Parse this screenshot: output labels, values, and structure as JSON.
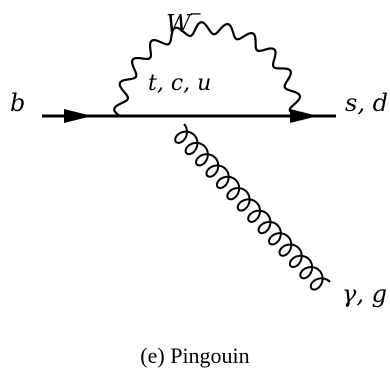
{
  "diagram": {
    "labels": {
      "incoming_quark": "b",
      "outgoing_quark": "s, d",
      "w_boson": "W",
      "w_charge": "−",
      "loop_quarks": "t, c, u",
      "emitted_boson": "γ, g"
    },
    "caption": "(e) Pingouin"
  }
}
